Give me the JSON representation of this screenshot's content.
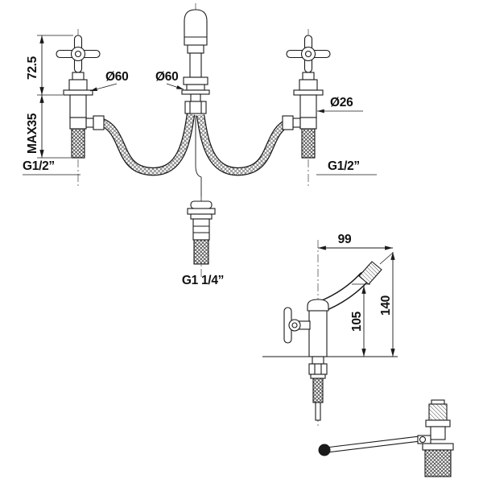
{
  "drawing": {
    "type": "technical-dimension-drawing",
    "subject": "Three-hole bidet mixer with cross handles, flexible braided hoses, pop-up waste; front view, side view and waste lever detail",
    "colors": {
      "line": "#1a1a1a",
      "background": "#ffffff"
    },
    "views": {
      "front": {
        "handle_height": "72.5",
        "max_deck_thickness": "MAX35",
        "left_valve_thread": "G1/2”",
        "left_escutcheon_diameter": "Ø60",
        "spout_base_diameter": "Ø60",
        "right_valve_diameter": "Ø26",
        "right_valve_thread": "G1/2”",
        "waste_thread": "G1 1/4”"
      },
      "side": {
        "spout_reach": "99",
        "outlet_height": "105",
        "total_height": "140"
      }
    }
  }
}
